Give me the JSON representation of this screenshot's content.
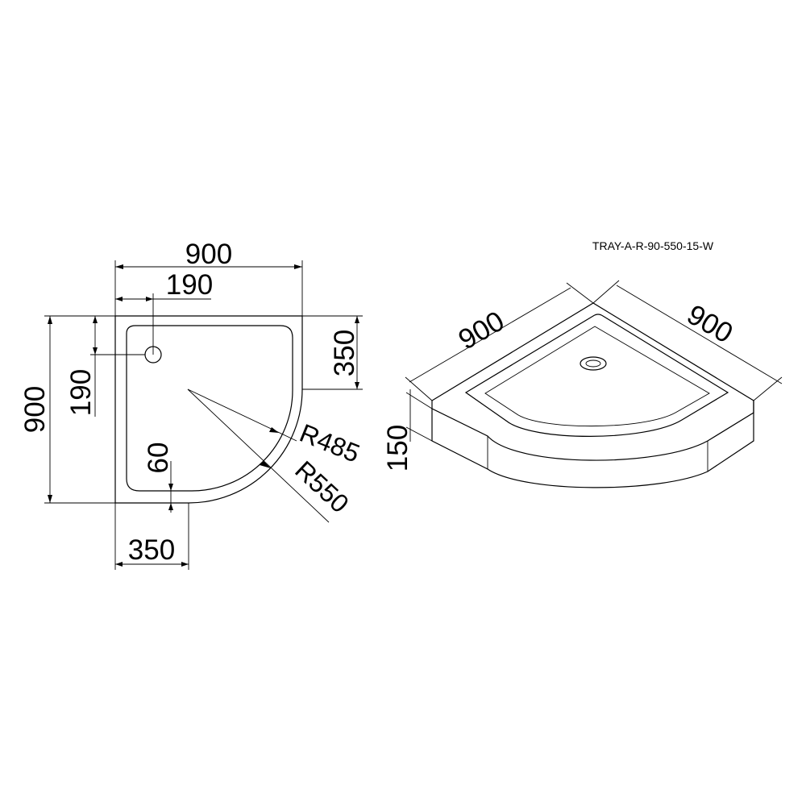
{
  "model_code": "TRAY-A-R-90-550-15-W",
  "plan_view": {
    "overall_width": "900",
    "overall_depth": "900",
    "drain_offset_x": "190",
    "drain_offset_y": "190",
    "straight_edge_right": "350",
    "straight_edge_bottom": "350",
    "inner_offset": "60",
    "inner_radius": "R485",
    "outer_radius": "R550"
  },
  "iso_view": {
    "width_left": "900",
    "width_right": "900",
    "height": "150"
  }
}
